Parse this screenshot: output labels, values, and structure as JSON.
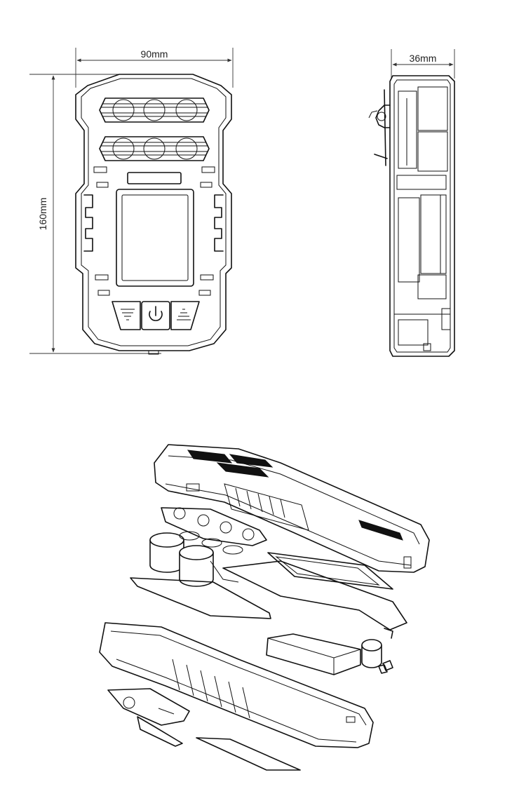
{
  "dimensions": {
    "width_label": "90mm",
    "height_label": "160mm",
    "depth_label": "36mm"
  }
}
